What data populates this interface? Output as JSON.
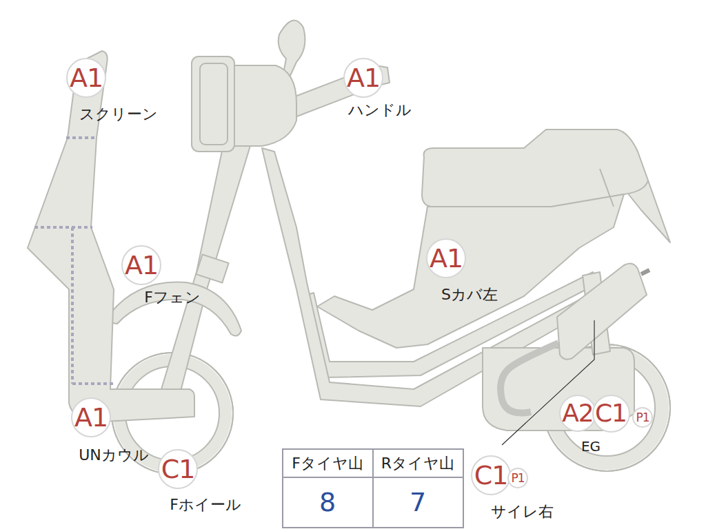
{
  "diagram": {
    "nodes": [
      {
        "text": [
          "A1"
        ]
      },
      {
        "text": [
          "A1"
        ]
      },
      {
        "text": [
          "A1"
        ]
      },
      {
        "text": [
          "A1"
        ]
      },
      {
        "text": [
          "A2"
        ]
      },
      {
        "text": [
          "C1"
        ]
      },
      {
        "text": [
          "P1"
        ]
      },
      {
        "text": [
          "A1"
        ]
      },
      {
        "text": [
          "C1"
        ]
      },
      {
        "text": [
          "C1"
        ]
      },
      {
        "text": [
          "P1"
        ]
      }
    ],
    "labels": [
      "スクリーン",
      "ハンドル",
      "Fフェン",
      "Sカバ左",
      "EG",
      "UNカウル",
      "Fホイール",
      "サイレ右",
      "Fタイヤ山",
      "Rタイヤ山",
      "8",
      "7"
    ]
  }
}
